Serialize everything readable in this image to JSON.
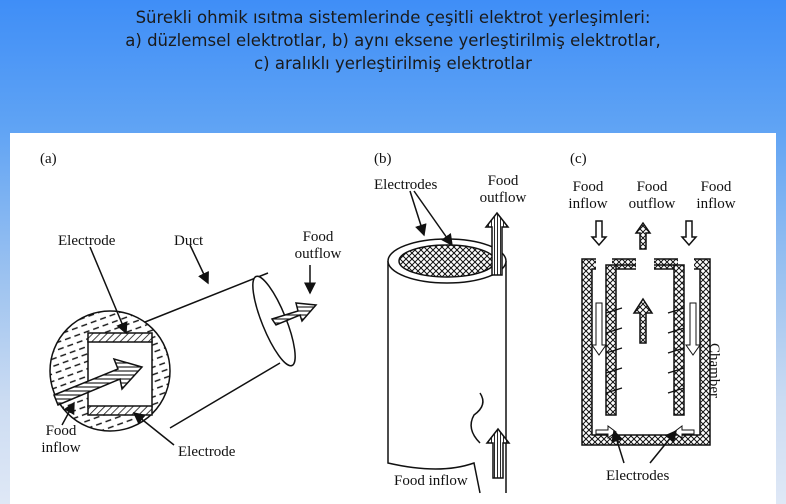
{
  "title_lines": [
    "Sürekli ohmik ısıtma sistemlerinde çeşitli elektrot yerleşimleri:",
    "a) düzlemsel elektrotlar, b) aynı eksene yerleştirilmiş elektrotlar,",
    "c) aralıklı yerleştirilmiş elektrotlar"
  ],
  "colors": {
    "background_top": "#3f8ef7",
    "background_bottom": "#dfe8f6",
    "panel": "#ffffff",
    "ink": "#111111"
  },
  "diagram_a": {
    "label": "(a)",
    "electrode_top": "Electrode",
    "duct": "Duct",
    "food_outflow": [
      "Food",
      "outflow"
    ],
    "food_inflow": [
      "Food",
      "inflow"
    ],
    "electrode_bottom": "Electrode"
  },
  "diagram_b": {
    "label": "(b)",
    "electrodes": "Electrodes",
    "food_outflow": [
      "Food",
      "outflow"
    ],
    "food_inflow": "Food inflow"
  },
  "diagram_c": {
    "label": "(c)",
    "food_inflow_left": [
      "Food",
      "inflow"
    ],
    "food_outflow": [
      "Food",
      "outflow"
    ],
    "food_inflow_right": [
      "Food",
      "inflow"
    ],
    "chamber": "Chamber",
    "electrodes": "Electrodes"
  }
}
